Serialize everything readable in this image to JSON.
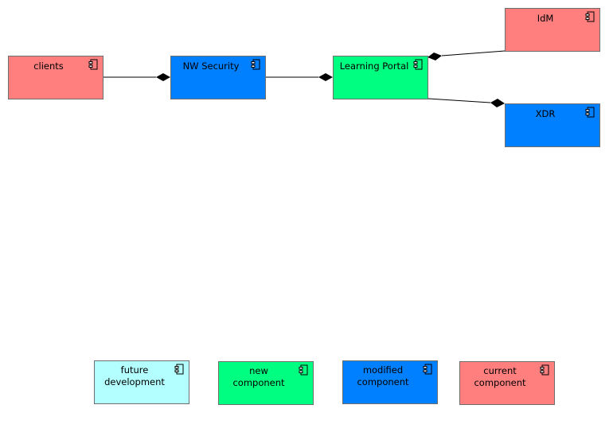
{
  "diagram": {
    "components": {
      "clients": {
        "label": "clients",
        "color": "#ff7f7f"
      },
      "nw_security": {
        "label": "NW Security",
        "color": "#0080ff"
      },
      "learning_portal": {
        "label": "Learning Portal",
        "color": "#00ff80"
      },
      "idm": {
        "label": "IdM",
        "color": "#ff7f7f"
      },
      "xdr": {
        "label": "XDR",
        "color": "#0080ff"
      }
    },
    "connections": [
      {
        "from": "clients",
        "to": "nw_security",
        "end": "filled-diamond"
      },
      {
        "from": "nw_security",
        "to": "learning_portal",
        "end": "filled-diamond"
      },
      {
        "from": "idm",
        "to": "learning_portal",
        "end": "filled-diamond"
      },
      {
        "from": "learning_portal",
        "to": "xdr",
        "end": "filled-diamond"
      }
    ]
  },
  "legend": {
    "future": {
      "label": "future\ndevelopment",
      "color": "#b3ffff"
    },
    "new": {
      "label": "new\ncomponent",
      "color": "#00ff80"
    },
    "modified": {
      "label": "modified\ncomponent",
      "color": "#0080ff"
    },
    "current": {
      "label": "current\ncomponent",
      "color": "#ff7f7f"
    }
  },
  "icon": "component-icon"
}
